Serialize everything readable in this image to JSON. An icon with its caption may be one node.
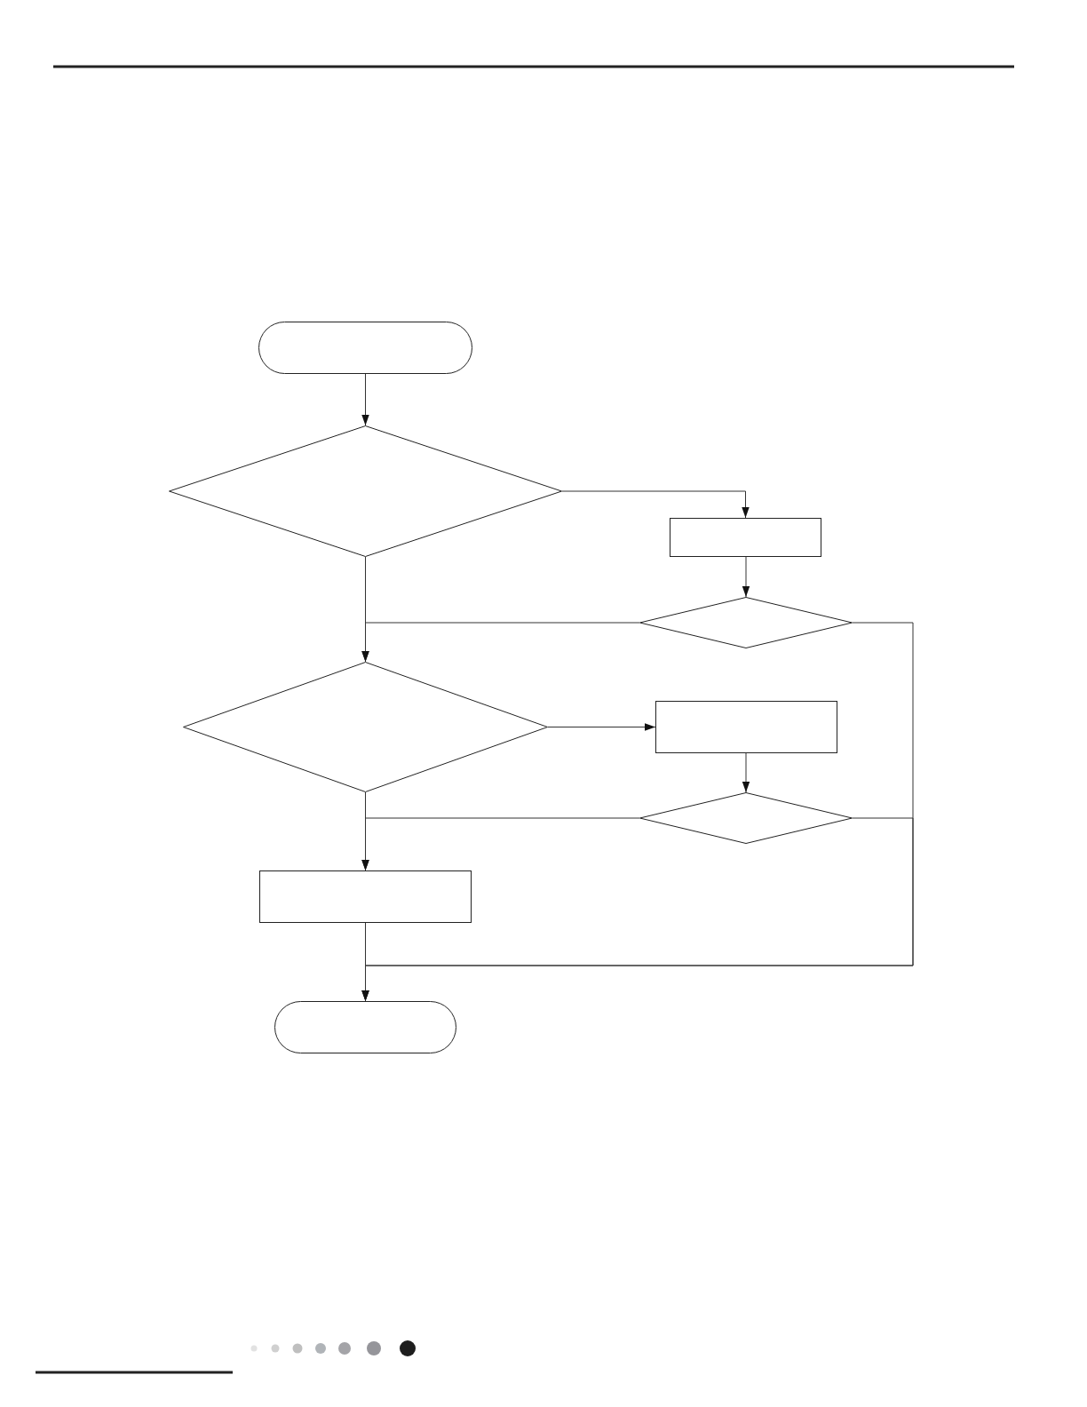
{
  "diagram": {
    "nodes": [
      {
        "text": [],
        "shape": "stadium"
      },
      {
        "text": [],
        "shape": "diamond"
      },
      {
        "text": [],
        "shape": "box"
      },
      {
        "text": [],
        "shape": "diamond"
      },
      {
        "text": [],
        "shape": "diamond"
      },
      {
        "text": [],
        "shape": "box"
      },
      {
        "text": [],
        "shape": "diamond"
      },
      {
        "text": [],
        "shape": "box"
      },
      {
        "text": [],
        "shape": "stadium"
      }
    ],
    "edges": [
      {
        "from": 0,
        "to": 1,
        "arrow": "to"
      },
      {
        "from": 1,
        "to": 2,
        "arrow": "to"
      },
      {
        "from": 2,
        "to": 3,
        "arrow": "to"
      },
      {
        "from": 1,
        "to": 4,
        "arrow": "to"
      },
      {
        "from": 3,
        "to": 4,
        "arrow": "to"
      },
      {
        "from": 3,
        "to": 8,
        "arrow": "to"
      },
      {
        "from": 4,
        "to": 5,
        "arrow": "to"
      },
      {
        "from": 5,
        "to": 6,
        "arrow": "to"
      },
      {
        "from": 4,
        "to": 7,
        "arrow": "to"
      },
      {
        "from": 6,
        "to": 7,
        "arrow": "to"
      },
      {
        "from": 6,
        "to": 8,
        "arrow": "to"
      },
      {
        "from": 7,
        "to": 8,
        "arrow": "to"
      }
    ]
  }
}
